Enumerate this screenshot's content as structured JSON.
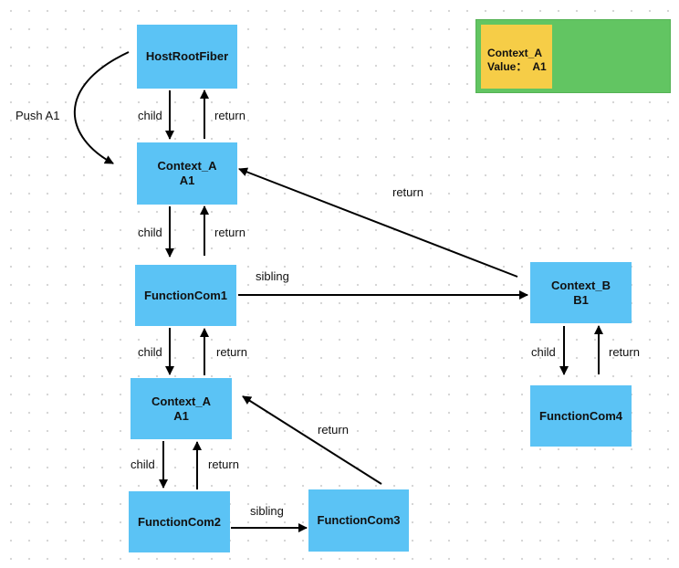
{
  "colors": {
    "node_fill": "#5bc3f5",
    "legend_outer": "#62c562",
    "legend_inner": "#f6cd47",
    "arrow": "#000000"
  },
  "legend": {
    "line1": "Context_A",
    "line2_label": "Value：",
    "line2_value": "A1"
  },
  "nodes": {
    "host_root_fiber": {
      "line1": "HostRootFiber"
    },
    "context_a_top": {
      "line1": "Context_A",
      "line2": "A1"
    },
    "function_com1": {
      "line1": "FunctionCom1"
    },
    "context_b": {
      "line1": "Context_B",
      "line2": "B1"
    },
    "context_a_bottom": {
      "line1": "Context_A",
      "line2": "A1"
    },
    "function_com4": {
      "line1": "FunctionCom4"
    },
    "function_com2": {
      "line1": "FunctionCom2"
    },
    "function_com3": {
      "line1": "FunctionCom3"
    }
  },
  "edge_labels": {
    "push_a1": "Push A1",
    "host_child": "child",
    "host_return": "return",
    "ctxa_child": "child",
    "ctxa_return": "return",
    "fc1_sibling": "sibling",
    "ctxb_return": "return",
    "fc1_child": "child",
    "fc1_return": "return",
    "ctxb_child": "child",
    "fc4_return": "return",
    "ctxa2_child": "child",
    "ctxa2_return": "return",
    "fc2_sibling": "sibling",
    "fc3_return": "return"
  }
}
